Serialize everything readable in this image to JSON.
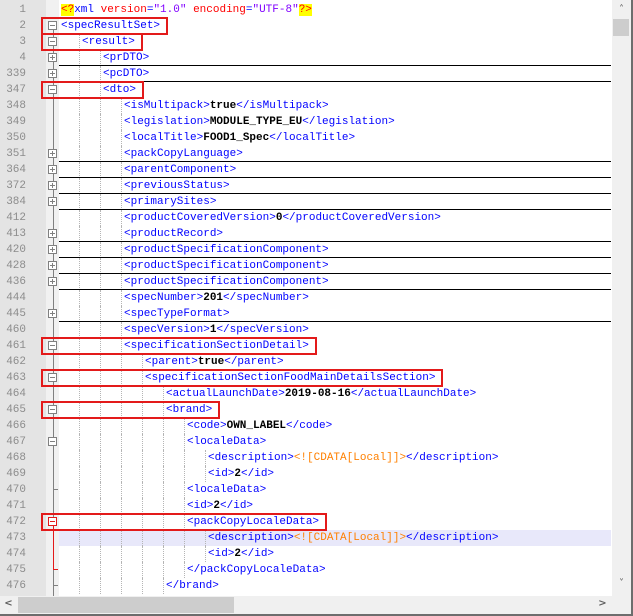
{
  "editor": {
    "lines": [
      {
        "num": "1",
        "indent": 0,
        "fold": "none",
        "parts": [
          [
            "pi",
            "<?"
          ],
          [
            "xml",
            "xml "
          ],
          [
            "attr",
            "version"
          ],
          [
            "xml",
            "="
          ],
          [
            "str",
            "\"1.0\""
          ],
          [
            "xml",
            " "
          ],
          [
            "attr",
            "encoding"
          ],
          [
            "xml",
            "="
          ],
          [
            "str",
            "\"UTF-8\""
          ],
          [
            "pi",
            "?>"
          ]
        ]
      },
      {
        "num": "2",
        "indent": 0,
        "fold": "open",
        "parts": [
          [
            "tag",
            "<specResultSet>"
          ]
        ]
      },
      {
        "num": "3",
        "indent": 1,
        "fold": "open",
        "parts": [
          [
            "tag",
            "<result>"
          ]
        ]
      },
      {
        "num": "4",
        "indent": 2,
        "fold": "closed",
        "parts": [
          [
            "tag",
            "<prDTO>"
          ]
        ]
      },
      {
        "num": "339",
        "indent": 2,
        "fold": "closed",
        "parts": [
          [
            "tag",
            "<pcDTO>"
          ]
        ]
      },
      {
        "num": "347",
        "indent": 2,
        "fold": "open",
        "parts": [
          [
            "tag",
            "<dto>"
          ]
        ]
      },
      {
        "num": "348",
        "indent": 3,
        "fold": "none",
        "parts": [
          [
            "tag",
            "<isMultipack>"
          ],
          [
            "val",
            "true"
          ],
          [
            "tag",
            "</isMultipack>"
          ]
        ]
      },
      {
        "num": "349",
        "indent": 3,
        "fold": "none",
        "parts": [
          [
            "tag",
            "<legislation>"
          ],
          [
            "val",
            "MODULE_TYPE_EU"
          ],
          [
            "tag",
            "</legislation>"
          ]
        ]
      },
      {
        "num": "350",
        "indent": 3,
        "fold": "none",
        "parts": [
          [
            "tag",
            "<localTitle>"
          ],
          [
            "val",
            "FOOD1_Spec"
          ],
          [
            "tag",
            "</localTitle>"
          ]
        ]
      },
      {
        "num": "351",
        "indent": 3,
        "fold": "closed",
        "parts": [
          [
            "tag",
            "<packCopyLanguage>"
          ]
        ]
      },
      {
        "num": "364",
        "indent": 3,
        "fold": "closed",
        "parts": [
          [
            "tag",
            "<parentComponent>"
          ]
        ]
      },
      {
        "num": "372",
        "indent": 3,
        "fold": "closed",
        "parts": [
          [
            "tag",
            "<previousStatus>"
          ]
        ]
      },
      {
        "num": "384",
        "indent": 3,
        "fold": "closed",
        "parts": [
          [
            "tag",
            "<primarySites>"
          ]
        ]
      },
      {
        "num": "412",
        "indent": 3,
        "fold": "none",
        "parts": [
          [
            "tag",
            "<productCoveredVersion>"
          ],
          [
            "val",
            "0"
          ],
          [
            "tag",
            "</productCoveredVersion>"
          ]
        ]
      },
      {
        "num": "413",
        "indent": 3,
        "fold": "closed",
        "parts": [
          [
            "tag",
            "<productRecord>"
          ]
        ]
      },
      {
        "num": "420",
        "indent": 3,
        "fold": "closed",
        "parts": [
          [
            "tag",
            "<productSpecificationComponent>"
          ]
        ]
      },
      {
        "num": "428",
        "indent": 3,
        "fold": "closed",
        "parts": [
          [
            "tag",
            "<productSpecificationComponent>"
          ]
        ]
      },
      {
        "num": "436",
        "indent": 3,
        "fold": "closed",
        "parts": [
          [
            "tag",
            "<productSpecificationComponent>"
          ]
        ]
      },
      {
        "num": "444",
        "indent": 3,
        "fold": "none",
        "parts": [
          [
            "tag",
            "<specNumber>"
          ],
          [
            "val",
            "201"
          ],
          [
            "tag",
            "</specNumber>"
          ]
        ]
      },
      {
        "num": "445",
        "indent": 3,
        "fold": "closed",
        "parts": [
          [
            "tag",
            "<specTypeFormat>"
          ]
        ]
      },
      {
        "num": "460",
        "indent": 3,
        "fold": "none",
        "parts": [
          [
            "tag",
            "<specVersion>"
          ],
          [
            "val",
            "1"
          ],
          [
            "tag",
            "</specVersion>"
          ]
        ]
      },
      {
        "num": "461",
        "indent": 3,
        "fold": "open",
        "parts": [
          [
            "tag",
            "<specificationSectionDetail>"
          ]
        ]
      },
      {
        "num": "462",
        "indent": 4,
        "fold": "none",
        "parts": [
          [
            "tag",
            "<parent>"
          ],
          [
            "val",
            "true"
          ],
          [
            "tag",
            "</parent>"
          ]
        ]
      },
      {
        "num": "463",
        "indent": 4,
        "fold": "open",
        "parts": [
          [
            "tag",
            "<specificationSectionFoodMainDetailsSection>"
          ]
        ]
      },
      {
        "num": "464",
        "indent": 5,
        "fold": "none",
        "parts": [
          [
            "tag",
            "<actualLaunchDate>"
          ],
          [
            "val",
            "2019-08-16"
          ],
          [
            "tag",
            "</actualLaunchDate>"
          ]
        ]
      },
      {
        "num": "465",
        "indent": 5,
        "fold": "open",
        "parts": [
          [
            "tag",
            "<brand>"
          ]
        ]
      },
      {
        "num": "466",
        "indent": 6,
        "fold": "none",
        "parts": [
          [
            "tag",
            "<code>"
          ],
          [
            "val",
            "OWN_LABEL"
          ],
          [
            "tag",
            "</code>"
          ]
        ]
      },
      {
        "num": "467",
        "indent": 6,
        "fold": "open",
        "parts": [
          [
            "tag",
            "<localeData>"
          ]
        ]
      },
      {
        "num": "468",
        "indent": 7,
        "fold": "none",
        "parts": [
          [
            "tag",
            "<description>"
          ],
          [
            "cdata",
            "<![CDATA[Local]]>"
          ],
          [
            "tag",
            "</description>"
          ]
        ]
      },
      {
        "num": "469",
        "indent": 7,
        "fold": "none",
        "parts": [
          [
            "tag",
            "<id>"
          ],
          [
            "val",
            "2"
          ],
          [
            "tag",
            "</id>"
          ]
        ]
      },
      {
        "num": "470",
        "indent": 6,
        "fold": "end",
        "parts": [
          [
            "tag",
            "<localeData>"
          ]
        ]
      },
      {
        "num": "471",
        "indent": 6,
        "fold": "none",
        "parts": [
          [
            "tag",
            "<id>"
          ],
          [
            "val",
            "2"
          ],
          [
            "tag",
            "</id>"
          ]
        ]
      },
      {
        "num": "472",
        "indent": 6,
        "fold": "open-red",
        "parts": [
          [
            "tag",
            "<packCopyLocaleData>"
          ]
        ]
      },
      {
        "num": "473",
        "indent": 7,
        "fold": "none",
        "parts": [
          [
            "tag",
            "<description>"
          ],
          [
            "cdata",
            "<![CDATA[Local]]>"
          ],
          [
            "tag",
            "</description>"
          ]
        ]
      },
      {
        "num": "474",
        "indent": 7,
        "fold": "none",
        "parts": [
          [
            "tag",
            "<id>"
          ],
          [
            "val",
            "2"
          ],
          [
            "tag",
            "</id>"
          ]
        ]
      },
      {
        "num": "475",
        "indent": 6,
        "fold": "end-red",
        "parts": [
          [
            "tag",
            "</packCopyLocaleData>"
          ]
        ]
      },
      {
        "num": "476",
        "indent": 5,
        "fold": "end",
        "parts": [
          [
            "tag",
            "</brand>"
          ]
        ]
      }
    ],
    "highlighted_line": "473",
    "collapsed_lines": [
      "4",
      "339",
      "351",
      "364",
      "372",
      "384",
      "413",
      "420",
      "428",
      "436",
      "445"
    ],
    "highlight_boxes": [
      {
        "label": "specResultSet",
        "line": "2"
      },
      {
        "label": "result",
        "line": "3"
      },
      {
        "label": "dto",
        "line": "347"
      },
      {
        "label": "specificationSectionDetail",
        "line": "461"
      },
      {
        "label": "specificationSectionFoodMainDetailsSection",
        "line": "463"
      },
      {
        "label": "brand",
        "line": "465"
      },
      {
        "label": "packCopyLocaleData",
        "line": "472"
      }
    ]
  },
  "scrollbars": {
    "vertical": {
      "up_icon": "˄",
      "down_icon": "˅"
    },
    "horizontal": {
      "left_icon": "<",
      "right_icon": ">"
    }
  },
  "colors": {
    "tag": "#0000ff",
    "value": "#000000",
    "cdata": "#ff8000",
    "highlight_box": "#e31a1a",
    "current_line": "#e8e8fa"
  }
}
